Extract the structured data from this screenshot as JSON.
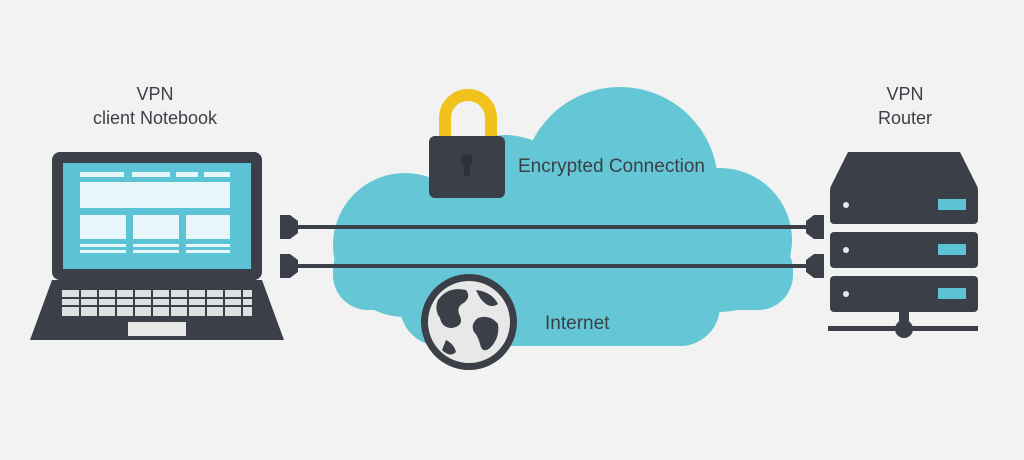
{
  "labels": {
    "client_line1": "VPN",
    "client_line2": "client Notebook",
    "router_line1": "VPN",
    "router_line2": "Router",
    "encrypted": "Encrypted Connection",
    "internet": "Internet"
  },
  "icons": {
    "client": "laptop-icon",
    "router": "server-rack-icon",
    "lock": "padlock-icon",
    "globe": "globe-icon",
    "cloud": "cloud-icon"
  },
  "colors": {
    "background": "#f2f2f2",
    "cloud": "#65c7d6",
    "device_dark": "#3b4048",
    "screen": "#5bc3d5",
    "lock_shackle": "#f1c21b",
    "text": "#3c4047"
  }
}
